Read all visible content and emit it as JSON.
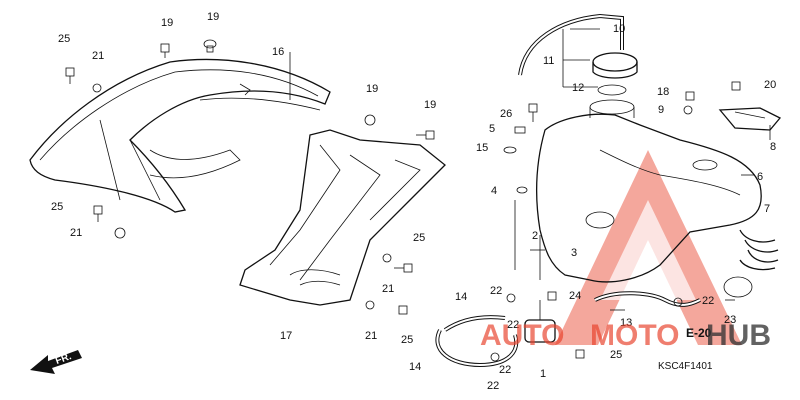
{
  "diagram": {
    "code": "KSC4F1401",
    "reference": "E-20",
    "direction": "FR.",
    "watermark": {
      "left": "AUTO",
      "middle": "MOTO",
      "right": "HUB",
      "accent_color": "#e8422b",
      "dark_color": "#333333"
    }
  },
  "callouts": [
    {
      "id": "c25a",
      "label": "25"
    },
    {
      "id": "c19a",
      "label": "19"
    },
    {
      "id": "c19b",
      "label": "19"
    },
    {
      "id": "c21a",
      "label": "21"
    },
    {
      "id": "c16",
      "label": "16"
    },
    {
      "id": "c19c",
      "label": "19"
    },
    {
      "id": "c19d",
      "label": "19"
    },
    {
      "id": "c25b",
      "label": "25"
    },
    {
      "id": "c21b",
      "label": "21"
    },
    {
      "id": "c25c",
      "label": "25"
    },
    {
      "id": "c21c",
      "label": "21"
    },
    {
      "id": "c21d",
      "label": "21"
    },
    {
      "id": "c25d",
      "label": "25"
    },
    {
      "id": "c17",
      "label": "17"
    },
    {
      "id": "c10",
      "label": "10"
    },
    {
      "id": "c11",
      "label": "11"
    },
    {
      "id": "c12",
      "label": "12"
    },
    {
      "id": "c26",
      "label": "26"
    },
    {
      "id": "c5",
      "label": "5"
    },
    {
      "id": "c15",
      "label": "15"
    },
    {
      "id": "c4",
      "label": "4"
    },
    {
      "id": "c18",
      "label": "18"
    },
    {
      "id": "c20",
      "label": "20"
    },
    {
      "id": "c9",
      "label": "9"
    },
    {
      "id": "c8",
      "label": "8"
    },
    {
      "id": "c6",
      "label": "6"
    },
    {
      "id": "c7",
      "label": "7"
    },
    {
      "id": "c2",
      "label": "2"
    },
    {
      "id": "c3",
      "label": "3"
    },
    {
      "id": "c22a",
      "label": "22"
    },
    {
      "id": "c24",
      "label": "24"
    },
    {
      "id": "c22b",
      "label": "22"
    },
    {
      "id": "c22c",
      "label": "22"
    },
    {
      "id": "c13",
      "label": "13"
    },
    {
      "id": "c23",
      "label": "23"
    },
    {
      "id": "c14a",
      "label": "14"
    },
    {
      "id": "c14b",
      "label": "14"
    },
    {
      "id": "c22d",
      "label": "22"
    },
    {
      "id": "c22e",
      "label": "22"
    },
    {
      "id": "c1",
      "label": "1"
    },
    {
      "id": "c25e",
      "label": "25"
    }
  ]
}
